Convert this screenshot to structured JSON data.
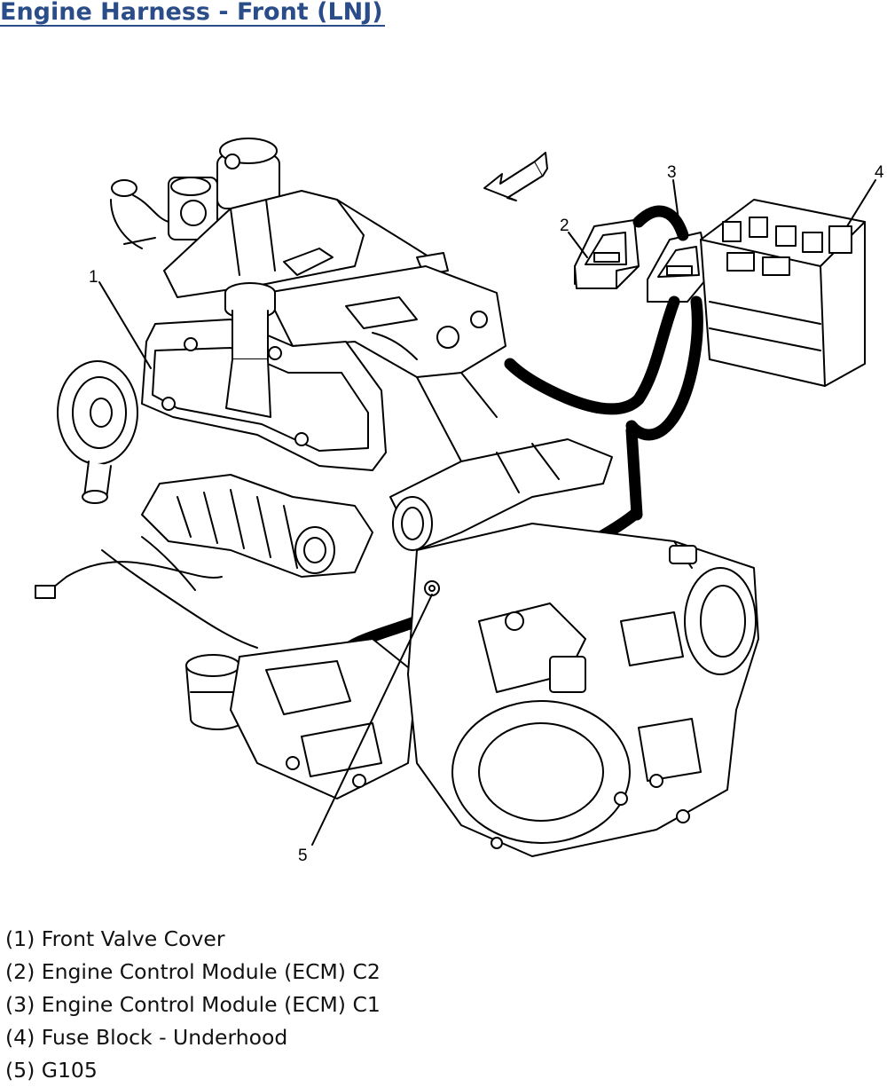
{
  "page": {
    "title": "Engine Harness - Front (LNJ)"
  },
  "diagram": {
    "callouts": [
      {
        "number": "1"
      },
      {
        "number": "2"
      },
      {
        "number": "3"
      },
      {
        "number": "4"
      },
      {
        "number": "5"
      }
    ]
  },
  "legend": [
    {
      "label": "(1) Front Valve Cover"
    },
    {
      "label": "(2) Engine Control Module (ECM) C2"
    },
    {
      "label": "(3) Engine Control Module (ECM) C1"
    },
    {
      "label": "(4) Fuse Block - Underhood"
    },
    {
      "label": "(5) G105"
    }
  ],
  "colors": {
    "title": "#2a4d8a",
    "line": "#000000"
  }
}
